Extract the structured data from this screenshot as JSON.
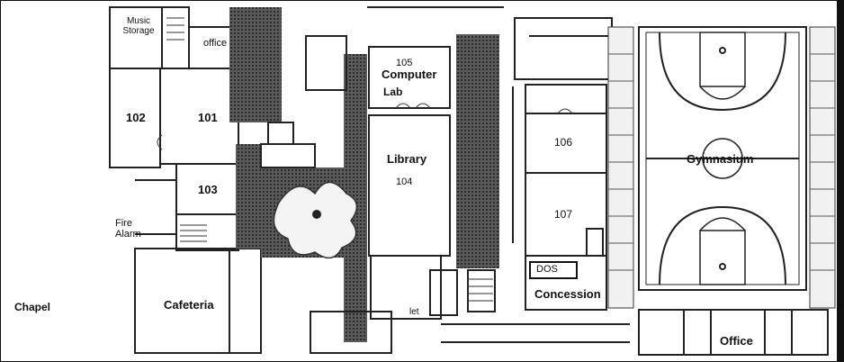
{
  "labels": {
    "music_storage": "Music\nStorage",
    "office_top": "office",
    "room_102": "102",
    "room_101": "101",
    "room_103": "103",
    "fire_alarm": "Fire\nAlarm",
    "chapel": "Chapel",
    "cafeteria": "Cafeteria",
    "room_105": "105",
    "computer": "Computer",
    "lab": "Lab",
    "library": "Library",
    "room_104": "104",
    "room_106": "106",
    "room_107": "107",
    "gymnasium": "Gymnasium",
    "dos": "DOS",
    "concession": "Concession",
    "office_bottom": "Office",
    "toilet": "let"
  }
}
